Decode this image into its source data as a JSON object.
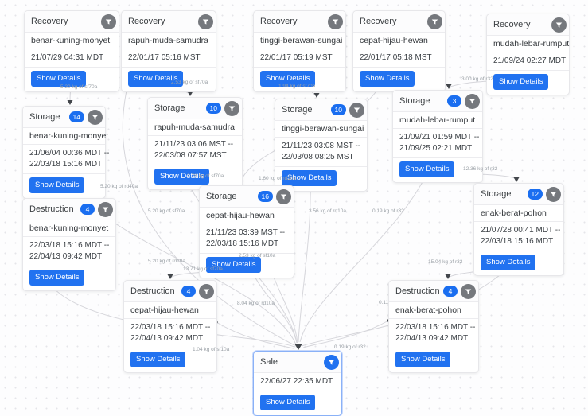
{
  "diagram": {
    "labels": {
      "show_details": "Show Details"
    },
    "colors": {
      "primary": "#2172f0",
      "badge": "#1a6ef0",
      "icon_circle_gray": "#75787d",
      "edge": "#d6d6db",
      "selected_border": "#8ab1f7"
    },
    "nodes": [
      {
        "id": "recovery-benar-kuning-monyet",
        "type": "Recovery",
        "name": "benar-kuning-monyet",
        "date1": "21/07/29 04:31 MDT"
      },
      {
        "id": "recovery-rapuh-muda-samudra",
        "type": "Recovery",
        "name": "rapuh-muda-samudra",
        "date1": "22/01/17 05:16 MST"
      },
      {
        "id": "recovery-tinggi-berawan-sungai",
        "type": "Recovery",
        "name": "tinggi-berawan-sungai",
        "date1": "22/01/17 05:19 MST"
      },
      {
        "id": "recovery-cepat-hijau-hewan",
        "type": "Recovery",
        "name": "cepat-hijau-hewan",
        "date1": "22/01/17 05:18 MST"
      },
      {
        "id": "recovery-mudah-lebar-rumput",
        "type": "Recovery",
        "name": "mudah-lebar-rumput",
        "date1": "21/09/24 02:27 MDT"
      },
      {
        "id": "storage-benar-kuning-monyet",
        "type": "Storage",
        "badge": "14",
        "name": "benar-kuning-monyet",
        "date1": "21/06/04 00:36 MDT --",
        "date2": "22/03/18 15:16 MDT"
      },
      {
        "id": "storage-rapuh-muda-samudra",
        "type": "Storage",
        "badge": "10",
        "name": "rapuh-muda-samudra",
        "date1": "21/11/23 03:06 MST --",
        "date2": "22/03/08 07:57 MST"
      },
      {
        "id": "storage-tinggi-berawan-sungai",
        "type": "Storage",
        "badge": "10",
        "name": "tinggi-berawan-sungai",
        "date1": "21/11/23 03:08 MST --",
        "date2": "22/03/08 08:25 MST"
      },
      {
        "id": "storage-mudah-lebar-rumput",
        "type": "Storage",
        "badge": "3",
        "name": "mudah-lebar-rumput",
        "date1": "21/09/21 01:59 MDT --",
        "date2": "21/09/25 02:21 MDT"
      },
      {
        "id": "storage-cepat-hijau-hewan",
        "type": "Storage",
        "badge": "16",
        "name": "cepat-hijau-hewan",
        "date1": "21/11/23 03:39 MST --",
        "date2": "22/03/18 15:16 MDT"
      },
      {
        "id": "storage-enak-berat-pohon",
        "type": "Storage",
        "badge": "12",
        "name": "enak-berat-pohon",
        "date1": "21/07/28 00:41 MDT --",
        "date2": "22/03/18 15:16 MDT"
      },
      {
        "id": "destruction-benar-kuning-monyet",
        "type": "Destruction",
        "badge": "4",
        "name": "benar-kuning-monyet",
        "date1": "22/03/18 15:16 MDT --",
        "date2": "22/04/13 09:42 MDT"
      },
      {
        "id": "destruction-cepat-hijau-hewan",
        "type": "Destruction",
        "badge": "4",
        "name": "cepat-hijau-hewan",
        "date1": "22/03/18 15:16 MDT --",
        "date2": "22/04/13 09:42 MDT"
      },
      {
        "id": "destruction-enak-berat-pohon",
        "type": "Destruction",
        "badge": "4",
        "name": "enak-berat-pohon",
        "date1": "22/03/18 15:16 MDT --",
        "date2": "22/04/13 09:42 MDT"
      },
      {
        "id": "sale",
        "type": "Sale",
        "date1": "22/06/27 22:35 MDT",
        "selected": true
      }
    ],
    "edge_labels": [
      {
        "text": "5.20 kg of sf70a"
      },
      {
        "text": "2.53 kg of sf70a"
      },
      {
        "text": "1.94 kg of sf70a"
      },
      {
        "text": "3.00 kg of r32"
      },
      {
        "text": "2.78 kg of sf70a"
      },
      {
        "text": "1.60 kg of rd10a"
      },
      {
        "text": "3.56 kg of rd10a"
      },
      {
        "text": "0.19 kg of r32"
      },
      {
        "text": "12.36 kg of r32"
      },
      {
        "text": "5.20 kg of rd40a"
      },
      {
        "text": "5.20 kg of sf70a"
      },
      {
        "text": "5.20 kg of rd10a"
      },
      {
        "text": "13.71 kg of sf70a"
      },
      {
        "text": "2.53 kg of sf10a"
      },
      {
        "text": "8.04 kg of rd10a"
      },
      {
        "text": "15.04 kg of r32"
      },
      {
        "text": "0.11"
      },
      {
        "text": "1.04 kg of sf10a"
      },
      {
        "text": "0.19 kg of r32"
      }
    ]
  }
}
